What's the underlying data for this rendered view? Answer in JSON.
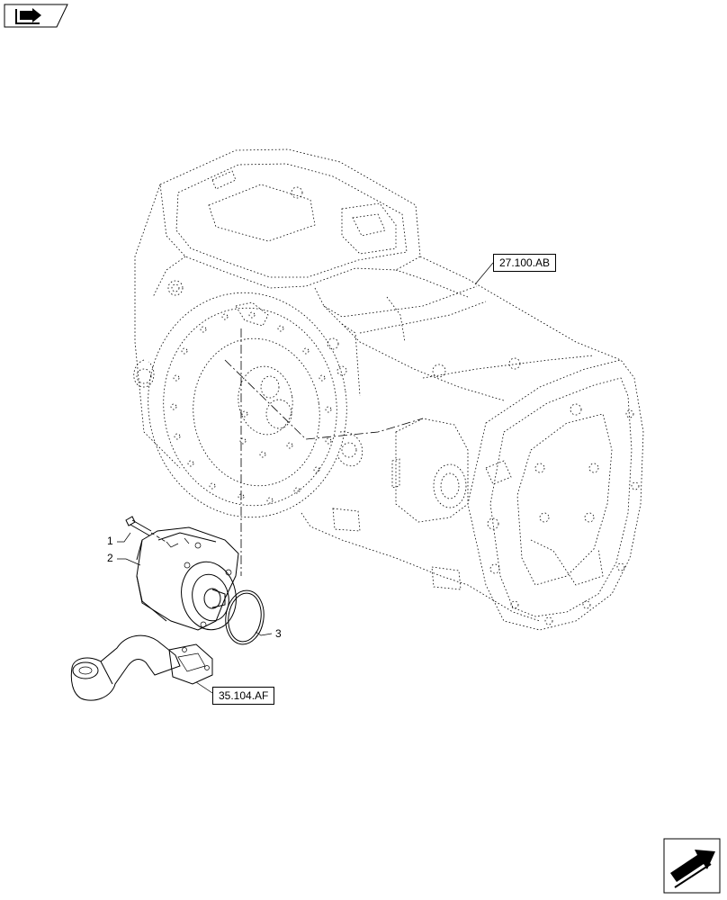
{
  "references": {
    "transmission_housing": "27.100.AB",
    "oil_pipe": "35.104.AF"
  },
  "callouts": {
    "item_1": "1",
    "item_2": "2",
    "item_3": "3"
  },
  "icons": {
    "top_left": "book-arrow-icon",
    "bottom_right": "next-page-arrow-icon"
  }
}
